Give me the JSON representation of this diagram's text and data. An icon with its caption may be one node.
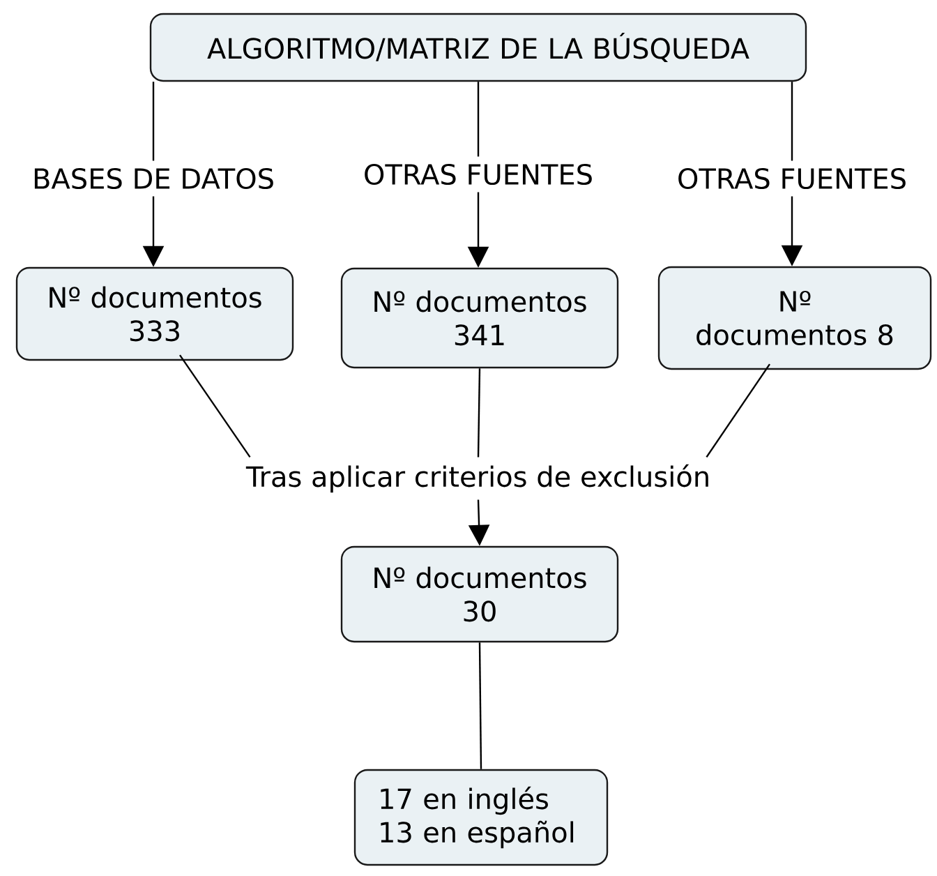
{
  "diagram": {
    "nodes": [
      {
        "text": [
          "ALGORITMO/MATRIZ DE LA BÚSQUEDA"
        ]
      },
      {
        "text": [
          "BASES DE DATOS"
        ]
      },
      {
        "text": [
          "OTRAS FUENTES"
        ]
      },
      {
        "text": [
          "OTRAS FUENTES"
        ]
      },
      {
        "text": [
          "Nº documentos 333"
        ]
      },
      {
        "text": [
          "Nº documentos 341"
        ]
      },
      {
        "text": [
          "Nº documentos 8"
        ]
      },
      {
        "text": [
          "Tras aplicar criterios de exclusión"
        ]
      },
      {
        "text": [
          "Nº documentos 30"
        ]
      },
      {
        "text": [
          "17 en inglés 13 en español"
        ]
      }
    ],
    "edges": [
      {
        "from": 0,
        "to": 1,
        "arrow": "none"
      },
      {
        "from": 1,
        "to": 4,
        "arrow": "to"
      },
      {
        "from": 0,
        "to": 2,
        "arrow": "none"
      },
      {
        "from": 2,
        "to": 5,
        "arrow": "to"
      },
      {
        "from": 0,
        "to": 3,
        "arrow": "none"
      },
      {
        "from": 3,
        "to": 6,
        "arrow": "to"
      },
      {
        "from": 4,
        "to": 7,
        "arrow": "none"
      },
      {
        "from": 5,
        "to": 7,
        "arrow": "none"
      },
      {
        "from": 6,
        "to": 7,
        "arrow": "none"
      },
      {
        "from": 7,
        "to": 8,
        "arrow": "to"
      },
      {
        "from": 8,
        "to": 9,
        "arrow": "none"
      }
    ]
  }
}
